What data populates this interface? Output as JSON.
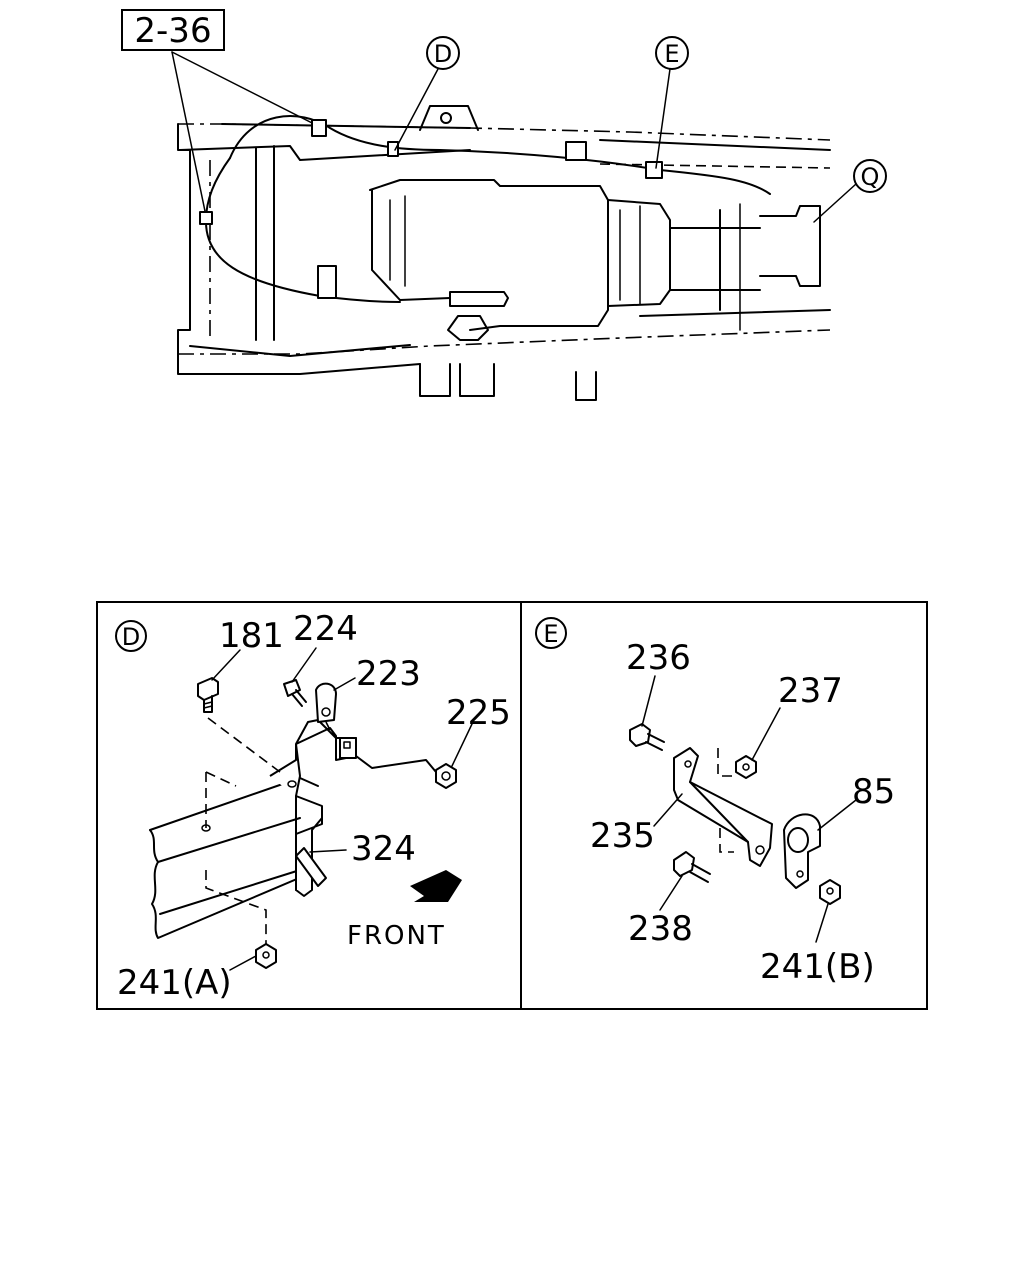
{
  "overview": {
    "ref_box": "2-36",
    "callouts": {
      "d": "D",
      "e": "E",
      "q": "Q"
    }
  },
  "panel_d": {
    "tag": "D",
    "parts": {
      "p181": "181",
      "p224": "224",
      "p223": "223",
      "p225": "225",
      "p324": "324",
      "p241a": "241(A)"
    },
    "direction": "FRONT"
  },
  "panel_e": {
    "tag": "E",
    "parts": {
      "p236": "236",
      "p237": "237",
      "p85": "85",
      "p235": "235",
      "p238": "238",
      "p241b": "241(B)"
    }
  }
}
